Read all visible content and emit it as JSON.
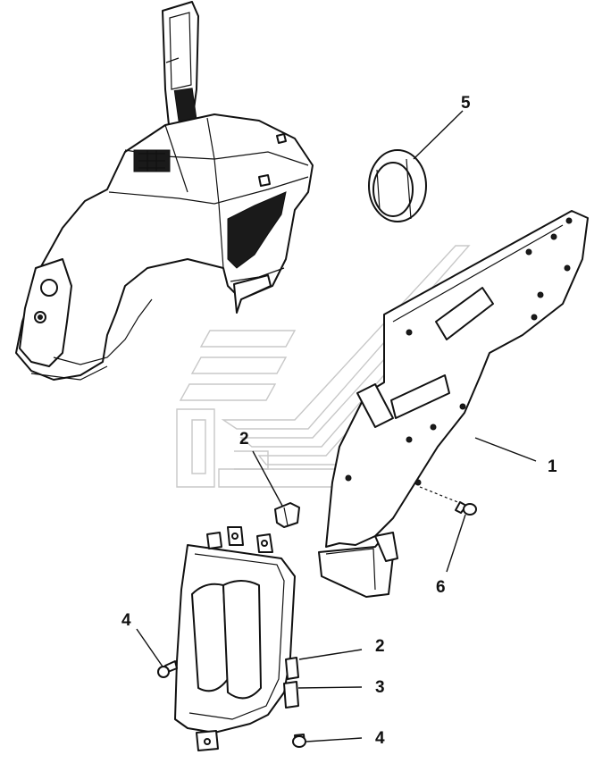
{
  "callouts": [
    {
      "id": "c1",
      "label": "1"
    },
    {
      "id": "c2a",
      "label": "2"
    },
    {
      "id": "c2b",
      "label": "2"
    },
    {
      "id": "c3",
      "label": "3"
    },
    {
      "id": "c4a",
      "label": "4"
    },
    {
      "id": "c4b",
      "label": "4"
    },
    {
      "id": "c5",
      "label": "5"
    },
    {
      "id": "c6",
      "label": "6"
    }
  ],
  "colors": {
    "line": "#111111",
    "watermark": "#c8c8c8",
    "background": "#ffffff"
  }
}
